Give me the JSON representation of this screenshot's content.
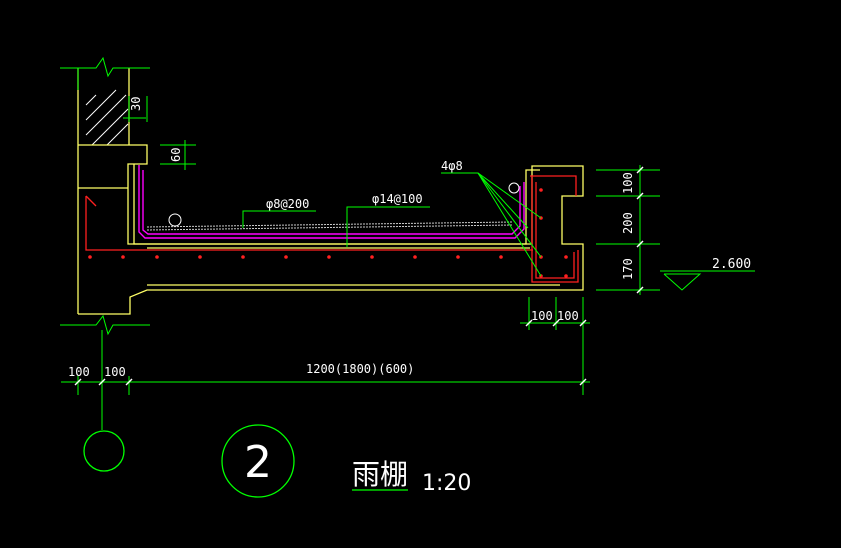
{
  "drawing": {
    "dims": {
      "d_30": "30",
      "d_60": "60",
      "d_100_top": "100",
      "d_200": "200",
      "d_170": "170",
      "d_100_a": "100",
      "d_100_b": "100",
      "d_100_left": "100",
      "d_100_mid": "100",
      "span": "1200(1800)(600)"
    },
    "rebar": {
      "phi8": "φ8@200",
      "phi14": "φ14@100",
      "four_phi8": "4φ8"
    },
    "elevation": "2.600",
    "title": {
      "number": "2",
      "name": "雨棚",
      "scale": "1:20"
    },
    "colors": {
      "background": "#000000",
      "outline": "#ffff66",
      "dimension": "#00ff00",
      "rebar_main": "#ff00ff",
      "rebar_red": "#ff2020",
      "text": "#ffffff"
    }
  }
}
